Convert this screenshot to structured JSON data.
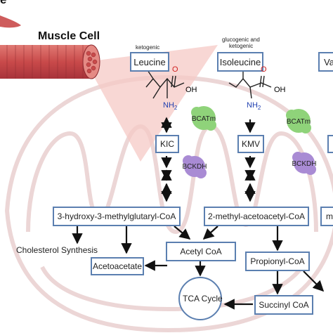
{
  "header": {
    "title_fragment": "e",
    "muscle_cell_label": "Muscle Cell"
  },
  "amino_acids": {
    "leucine": {
      "note": "ketogenic",
      "name": "Leucine",
      "keto_acid": "KIC"
    },
    "isoleucine": {
      "note_line1": "glucogenic and",
      "note_line2": "ketogenic",
      "name": "Isoleucine",
      "keto_acid": "KMV"
    },
    "valine": {
      "name_partial": "Va"
    }
  },
  "chem": {
    "oh": "OH",
    "o": "O",
    "nh2": "NH",
    "sub2": "2"
  },
  "enzymes": {
    "bcatm": "BCATm",
    "bckdh": "BCKDH"
  },
  "intermediates": {
    "hmg_coa": "3-hydroxy-3-methylglutaryl-CoA",
    "methyl_acetoacetyl": "2-methyl-acetoacetyl-CoA",
    "methyl_partial": "m",
    "cholesterol": "Cholesterol Synthesis",
    "acetyl_coa": "Acetyl CoA",
    "acetoacetate": "Acetoacetate",
    "propionyl_coa": "Propionyl-CoA",
    "tca_cycle": "TCA Cycle",
    "succinyl_coa": "Succinyl CoA"
  },
  "colors": {
    "box_border": "#5b7fb0",
    "muscle_red": "#c94a4a",
    "zoom_pink": "#f6c9c6",
    "mito_outline": "#ecd6d6",
    "enzyme_green": "#8fd37a",
    "enzyme_purple": "#a98bd4",
    "oxygen": "#d11f1f",
    "nitrogen": "#1f3fb0"
  }
}
